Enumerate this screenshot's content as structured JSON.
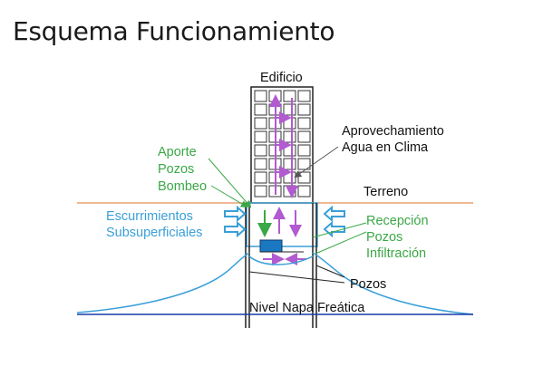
{
  "title": "Esquema Funcionamiento",
  "labels": {
    "building": "Edificio",
    "usage_line1": "Aprovechamiento",
    "usage_line2": "Agua en Clima",
    "ground": "Terreno",
    "supply_line1": "Aporte",
    "supply_line2": "Pozos",
    "supply_line3": "Bombeo",
    "runoff_line1": "Escurrimientos",
    "runoff_line2": "Subsuperficiales",
    "reception_line1": "Recepción",
    "reception_line2": "Pozos",
    "reception_line3": "Infiltración",
    "wells": "Pozos",
    "water_table": "Nivel Napa Freática"
  },
  "colors": {
    "green": "#3aa846",
    "blue": "#3a9fd8",
    "purple": "#b25ad0",
    "ground_line": "#e8a070",
    "water_table": "#1a3aa8",
    "structure": "#222222"
  }
}
